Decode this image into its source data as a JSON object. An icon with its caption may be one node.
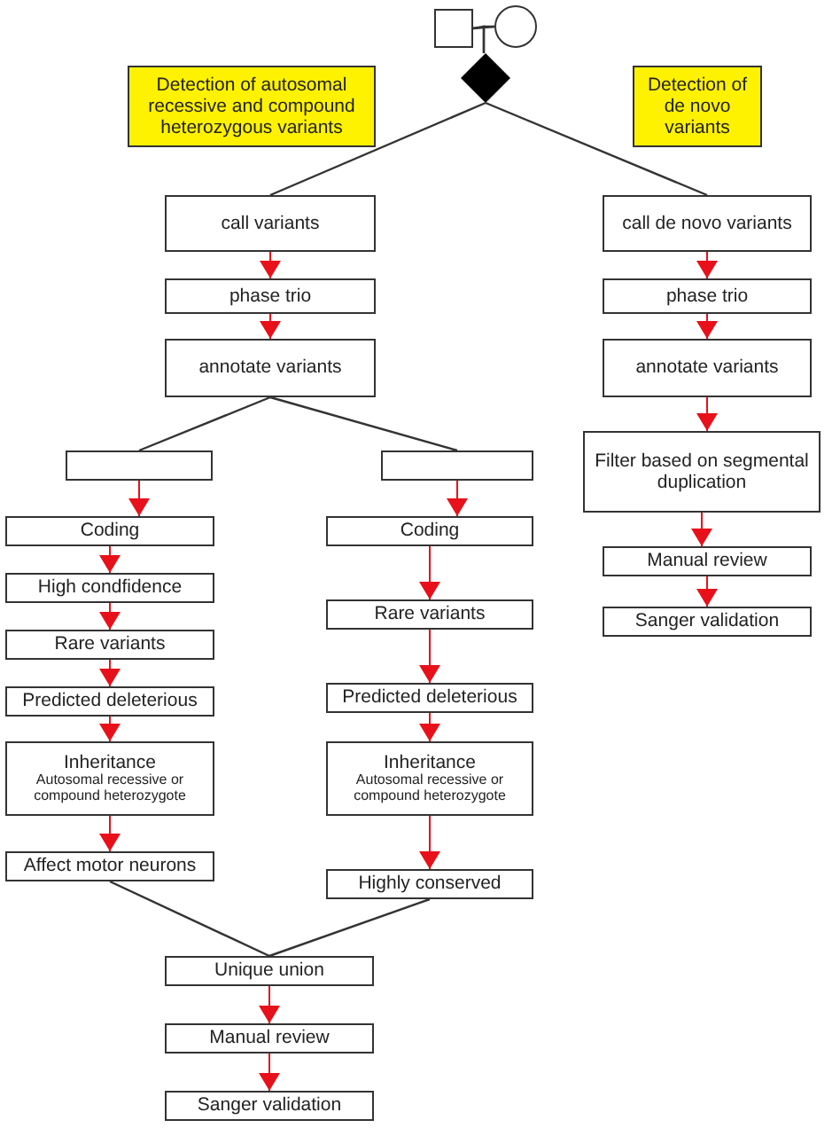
{
  "diagram": {
    "nodes": [
      {
        "text": [],
        "shape": "box"
      },
      {
        "text": [],
        "shape": "circle"
      },
      {
        "text": [],
        "shape": "diamond"
      },
      {
        "text": [
          "Detection of autosomal recessive and compound heterozygous variants"
        ]
      },
      {
        "text": [
          "Detection of de novo variants"
        ]
      },
      {
        "text": [
          "call variants"
        ]
      },
      {
        "text": [
          "call de novo variants"
        ]
      },
      {
        "text": [
          "phase trio"
        ]
      },
      {
        "text": [
          "phase trio"
        ]
      },
      {
        "text": [
          "annotate variants"
        ]
      },
      {
        "text": [
          "annotate variants"
        ]
      },
      {
        "text": [],
        "shape": "box"
      },
      {
        "text": [],
        "shape": "box"
      },
      {
        "text": [
          "Filter based on segmental duplication"
        ]
      },
      {
        "text": [
          "Coding"
        ]
      },
      {
        "text": [
          "Coding"
        ]
      },
      {
        "text": [
          "Manual review"
        ]
      },
      {
        "text": [
          "High condfidence"
        ]
      },
      {
        "text": [
          "Sanger validation"
        ]
      },
      {
        "text": [
          "Rare variants"
        ]
      },
      {
        "text": [
          "Rare variants"
        ]
      },
      {
        "text": [
          "Predicted deleterious"
        ]
      },
      {
        "text": [
          "Predicted deleterious"
        ]
      },
      {
        "text": [
          "Inheritance",
          "Autosomal recessive or compound heterozygote"
        ]
      },
      {
        "text": [
          "Inheritance",
          "Autosomal recessive or compound heterozygote"
        ]
      },
      {
        "text": [
          "Affect motor neurons"
        ]
      },
      {
        "text": [
          "Highly conserved"
        ]
      },
      {
        "text": [
          "Unique union"
        ]
      },
      {
        "text": [
          "Manual review"
        ]
      },
      {
        "text": [
          "Sanger validation"
        ]
      }
    ],
    "edges": [
      {
        "from": 0,
        "to": 1,
        "arrow": "none",
        "color": "#333333"
      },
      {
        "from": 0,
        "to": 2,
        "arrow": "none",
        "color": "#333333"
      },
      {
        "from": 1,
        "to": 2,
        "arrow": "none",
        "color": "#333333"
      },
      {
        "from": 2,
        "to": 5,
        "arrow": "none",
        "color": "#333333"
      },
      {
        "from": 2,
        "to": 6,
        "arrow": "none",
        "color": "#333333"
      },
      {
        "from": 5,
        "to": 7,
        "arrow": "to"
      },
      {
        "from": 7,
        "to": 9,
        "arrow": "to"
      },
      {
        "from": 9,
        "to": 11,
        "arrow": "none",
        "color": "#333333"
      },
      {
        "from": 9,
        "to": 12,
        "arrow": "none",
        "color": "#333333"
      },
      {
        "from": 11,
        "to": 14,
        "arrow": "to"
      },
      {
        "from": 14,
        "to": 17,
        "arrow": "to"
      },
      {
        "from": 17,
        "to": 19,
        "arrow": "to"
      },
      {
        "from": 19,
        "to": 21,
        "arrow": "to"
      },
      {
        "from": 21,
        "to": 23,
        "arrow": "to"
      },
      {
        "from": 23,
        "to": 25,
        "arrow": "to"
      },
      {
        "from": 12,
        "to": 15,
        "arrow": "to"
      },
      {
        "from": 15,
        "to": 20,
        "arrow": "to"
      },
      {
        "from": 20,
        "to": 22,
        "arrow": "to"
      },
      {
        "from": 22,
        "to": 24,
        "arrow": "to"
      },
      {
        "from": 24,
        "to": 26,
        "arrow": "to"
      },
      {
        "from": 25,
        "to": 27,
        "arrow": "none",
        "color": "#333333"
      },
      {
        "from": 26,
        "to": 27,
        "arrow": "none",
        "color": "#333333"
      },
      {
        "from": 27,
        "to": 28,
        "arrow": "to"
      },
      {
        "from": 28,
        "to": 29,
        "arrow": "to"
      },
      {
        "from": 6,
        "to": 8,
        "arrow": "to"
      },
      {
        "from": 8,
        "to": 10,
        "arrow": "to"
      },
      {
        "from": 10,
        "to": 13,
        "arrow": "to"
      },
      {
        "from": 13,
        "to": 16,
        "arrow": "to"
      },
      {
        "from": 16,
        "to": 18,
        "arrow": "to"
      }
    ]
  }
}
